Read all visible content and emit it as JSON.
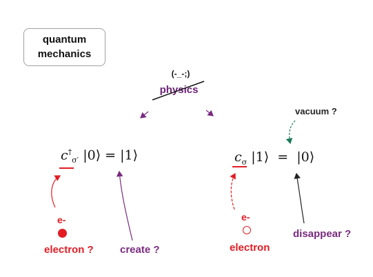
{
  "box": {
    "line1": "quantum",
    "line2": "mechanics"
  },
  "emoticon": "(-_-;)",
  "physics": "physics",
  "vacuum": "vacuum ?",
  "left_eq": {
    "op": "c",
    "dagger": "†",
    "sub": "σ′",
    "lhs_ket": "|0⟩",
    "equals": "=",
    "rhs_ket": "|1⟩"
  },
  "right_eq": {
    "op": "c",
    "sub": "σ",
    "lhs_ket": "|1⟩",
    "equals": "=",
    "rhs_ket": "|0⟩"
  },
  "labels": {
    "e_left": "e-",
    "e_right": "e-",
    "electron_q": "electron  ?",
    "electron": "electron",
    "create": "create  ?",
    "disappear": "disappear ?"
  },
  "colors": {
    "red": "#e31b23",
    "purple": "#7a2a80",
    "green": "#1a7a5a",
    "gray": "#a0a0a0"
  }
}
